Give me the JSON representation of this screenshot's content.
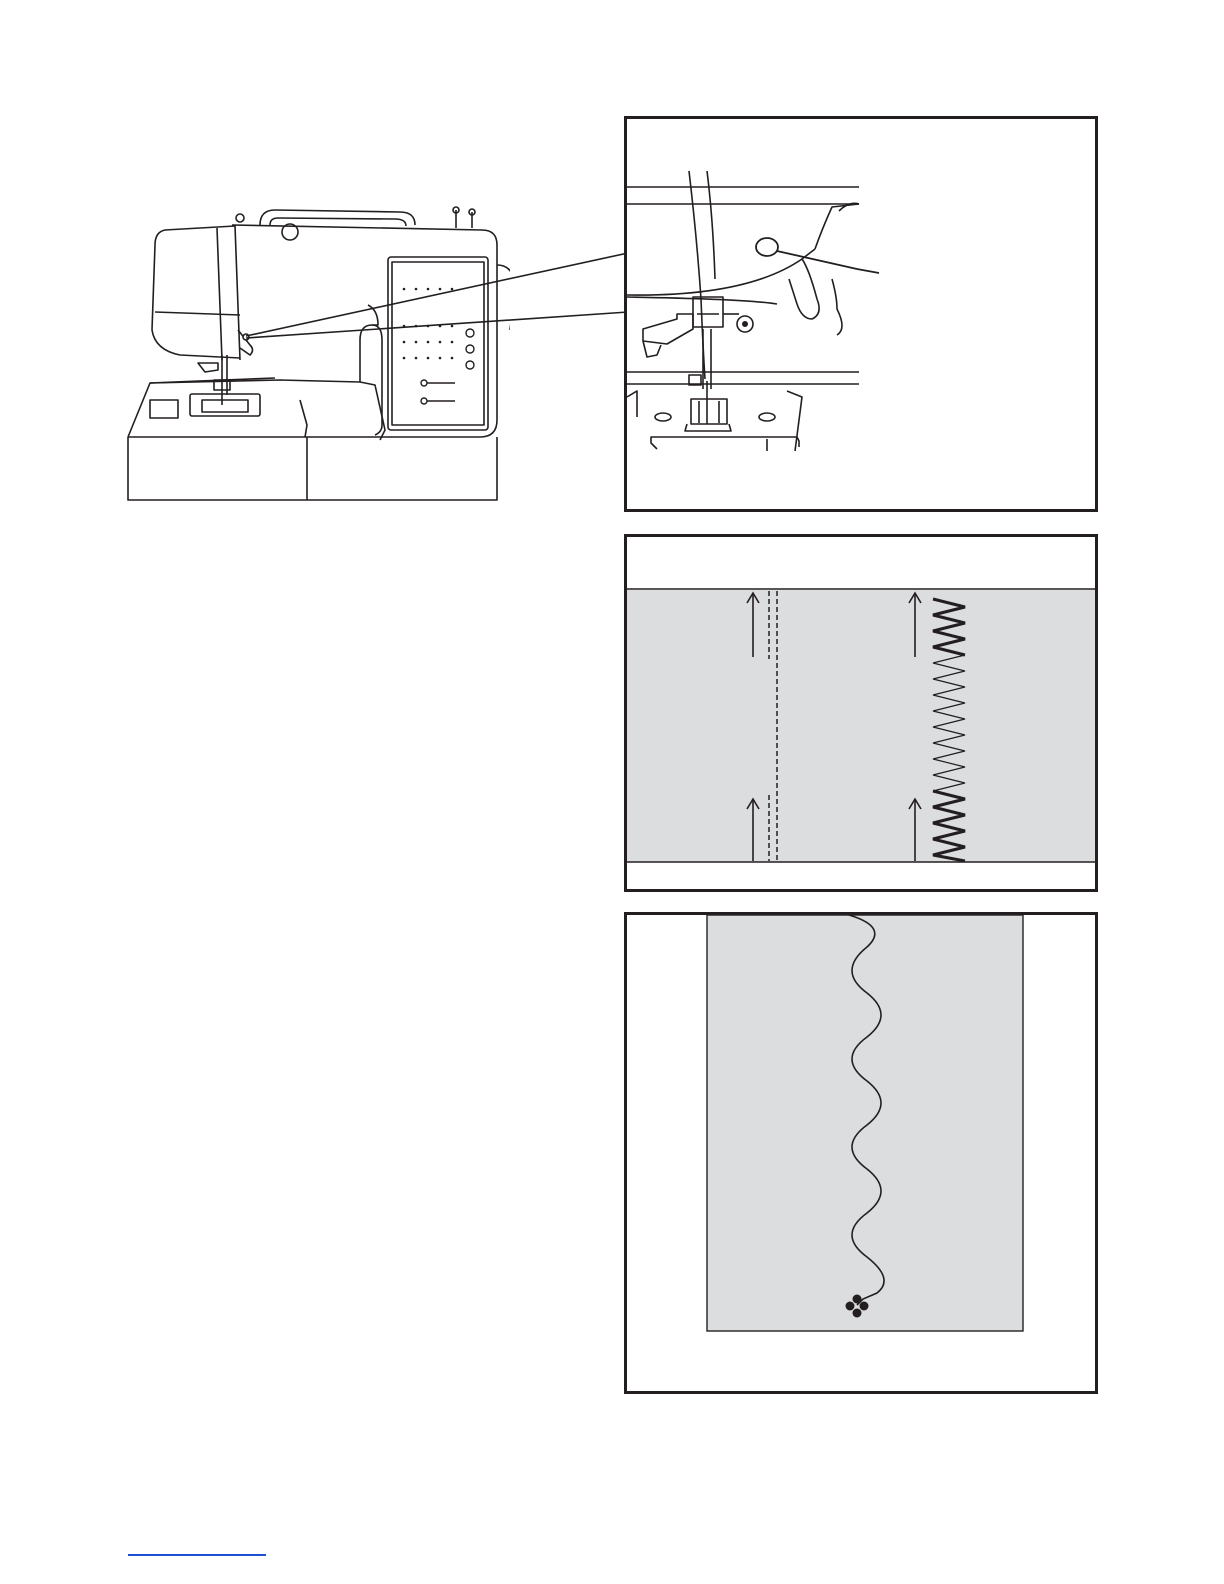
{
  "page": {
    "background": "#ffffff",
    "line_color": "#231f20",
    "fabric_color": "#dcddde",
    "link_color": "#1a4fd6"
  },
  "figures": [
    {
      "name": "machine-overview",
      "description_icon": "sewing-machine-icon"
    },
    {
      "name": "reverse-button-closeup",
      "description_icon": "reverse-button-icon"
    },
    {
      "name": "stitch-reinforcement",
      "description_icon": "stitch-pattern-icon"
    },
    {
      "name": "lock-stitch-knot",
      "description_icon": "tie-off-knot-icon"
    }
  ]
}
